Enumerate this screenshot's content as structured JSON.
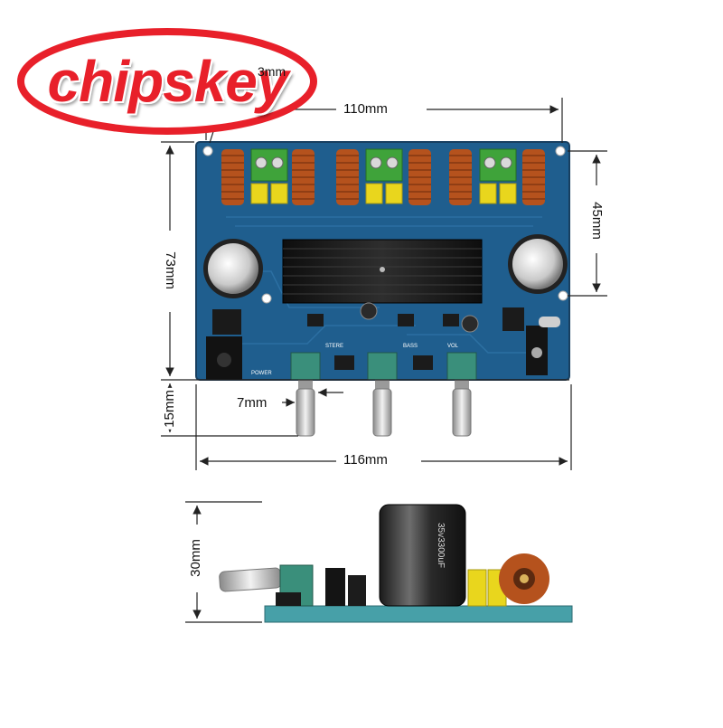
{
  "logo": {
    "text": "chipskey",
    "color": "#e8202a"
  },
  "top_view": {
    "dimensions": {
      "width_holes": "110mm",
      "height_board": "73mm",
      "hole_spacing_vertical": "45mm",
      "knob_height": "15mm",
      "knob_spacing": "7mm",
      "total_width": "116mm",
      "small_label": "3mm"
    },
    "silkscreen": {
      "power": "POWER",
      "stereo": "STERE",
      "bass": "BASS",
      "vol": "VOL"
    }
  },
  "side_view": {
    "dimensions": {
      "height": "30mm"
    },
    "capacitor_text": "35v3300uF"
  },
  "colors": {
    "pcb": "#1f5e8e",
    "pcb_dark": "#163f63",
    "heatsink": "#1a1a1a",
    "coil": "#b5521d",
    "terminal": "#3fa33a",
    "cap_yellow": "#e9d61d",
    "knob_base": "#3a8f7b",
    "dimension_line": "#222222"
  }
}
